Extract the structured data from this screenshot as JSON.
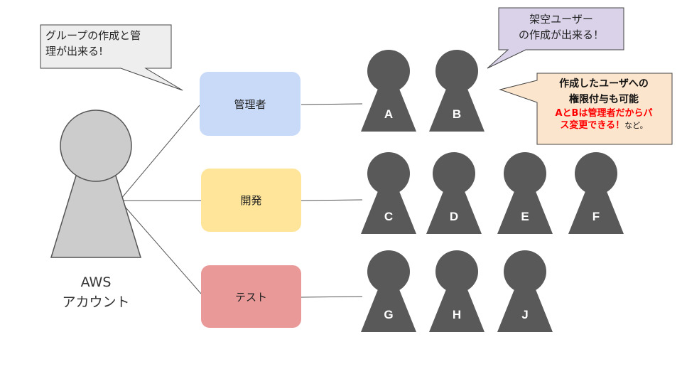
{
  "account": {
    "line1": "AWS",
    "line2": "アカウント"
  },
  "groups": [
    {
      "id": "admin",
      "label": "管理者",
      "color": "#c9daf8"
    },
    {
      "id": "dev",
      "label": "開発",
      "color": "#ffe599"
    },
    {
      "id": "test",
      "label": "テスト",
      "color": "#ea9999"
    }
  ],
  "users": [
    "A",
    "B",
    "C",
    "D",
    "E",
    "F",
    "G",
    "H",
    "J"
  ],
  "callouts": {
    "group": {
      "line1": "グループの作成と管",
      "line2": "理が出来る!"
    },
    "user": {
      "line1": "架空ユーザー",
      "line2": "の作成が出来る！"
    },
    "perm": {
      "line1": "作成したユーザへの",
      "line2": "権限付与も可能",
      "red1": "AとBは管理者だからパ",
      "red2": "ス変更できる！",
      "small": "など。"
    }
  },
  "colors": {
    "person": "#595959",
    "account_person": "#cccccc",
    "callout_gray": "#eeeeee",
    "callout_purple": "#d9d2e9",
    "callout_orange": "#fce5cd",
    "accent_red": "#ff0000"
  }
}
